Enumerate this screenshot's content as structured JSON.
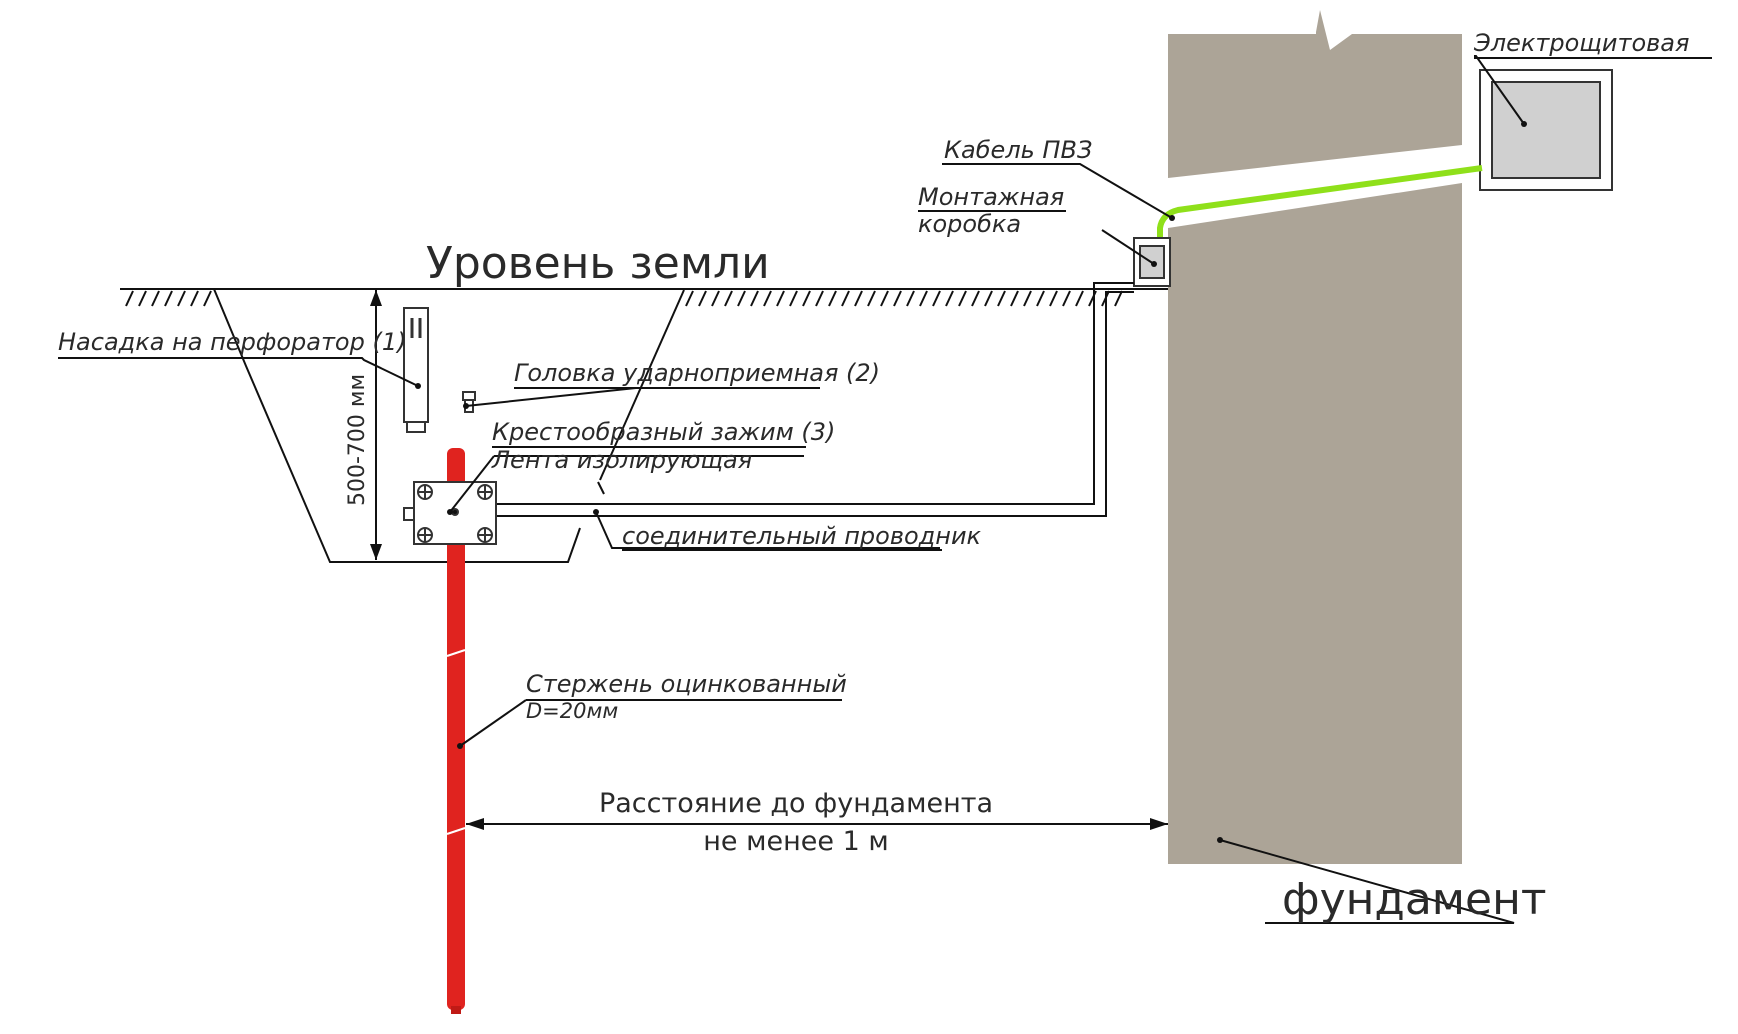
{
  "labels": {
    "ground_level": "Уровень земли",
    "drill_adapter": "Насадка на перфоратор (1)",
    "strike_head": "Головка ударноприемная (2)",
    "cross_clamp": "Крестообразный зажим (3)",
    "insulating_tape": "Лента изолирующая",
    "connecting_conductor": "соединительный проводник",
    "cable_pvz": "Кабель ПВЗ",
    "junction_box_line1": "Монтажная",
    "junction_box_line2": "коробка",
    "switchboard": "Электрощитовая",
    "rod_line1": "Стержень оцинкованный",
    "rod_line2": "D=20мм",
    "distance_line1": "Расстояние до фундамента",
    "distance_line2": "не менее 1 м",
    "foundation": "фундамент",
    "depth": "500-700 мм"
  },
  "colors": {
    "rod": "#e0231f",
    "foundation": "#aca497",
    "cable": "#8fe01a",
    "box_fill": "#d0d0d0",
    "lines": "#111111"
  }
}
